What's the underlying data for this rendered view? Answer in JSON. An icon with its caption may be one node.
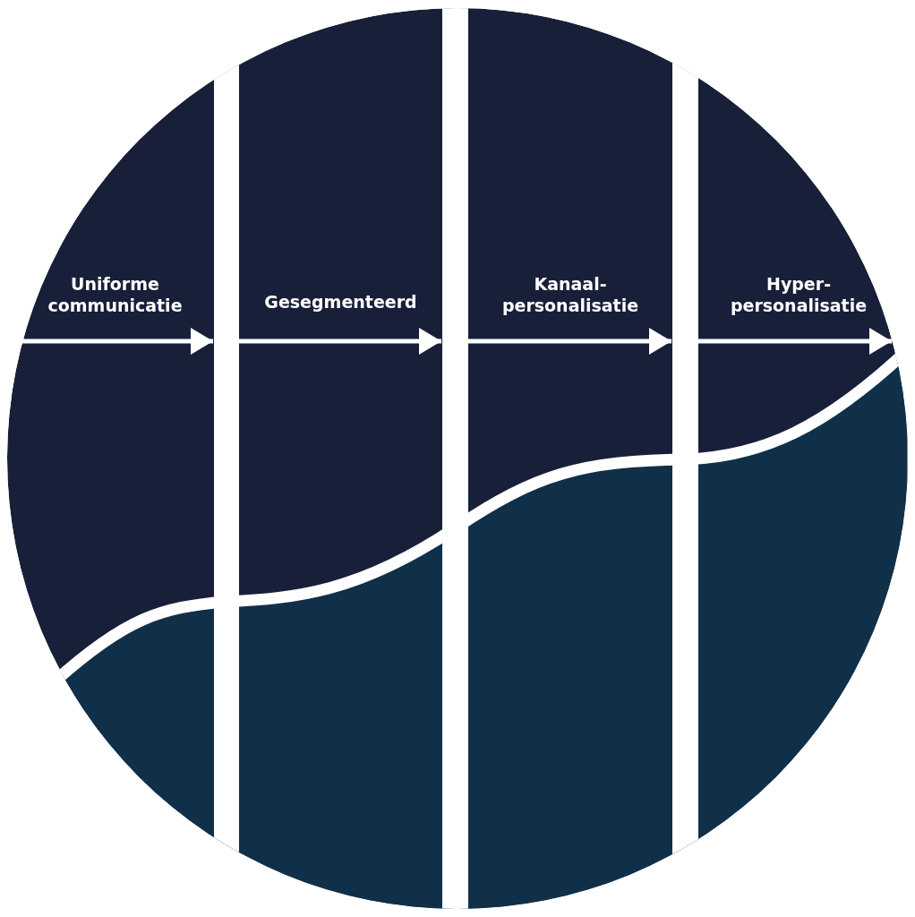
{
  "diagram": {
    "nodes": [
      {
        "text": [
          "Uniforme communicatie"
        ]
      },
      {
        "text": [
          "Gesegmenteerd"
        ]
      },
      {
        "text": [
          "Kanaal- personalisatie"
        ]
      },
      {
        "text": [
          "Hyper- personalisatie"
        ]
      }
    ]
  }
}
